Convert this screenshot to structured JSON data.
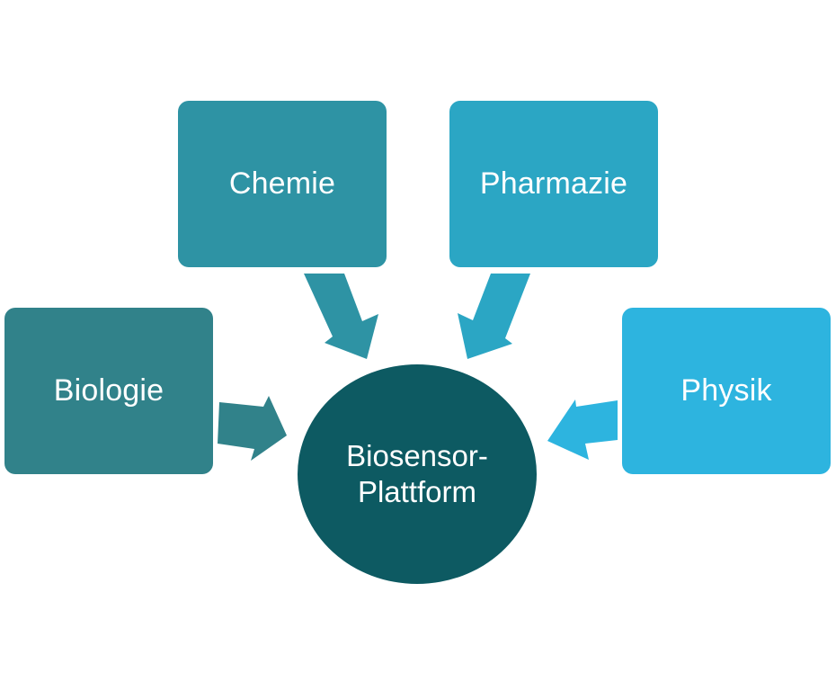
{
  "diagram": {
    "boxes": [
      {
        "id": "biologie",
        "label": "Biologie",
        "color": "#31828A"
      },
      {
        "id": "chemie",
        "label": "Chemie",
        "color": "#2E93A4"
      },
      {
        "id": "pharmazie",
        "label": "Pharmazie",
        "color": "#2BA6C4"
      },
      {
        "id": "physik",
        "label": "Physik",
        "color": "#2DB4DF"
      }
    ],
    "center": {
      "line1": "Biosensor-",
      "line2": "Plattform",
      "color": "#0D5A62"
    }
  }
}
